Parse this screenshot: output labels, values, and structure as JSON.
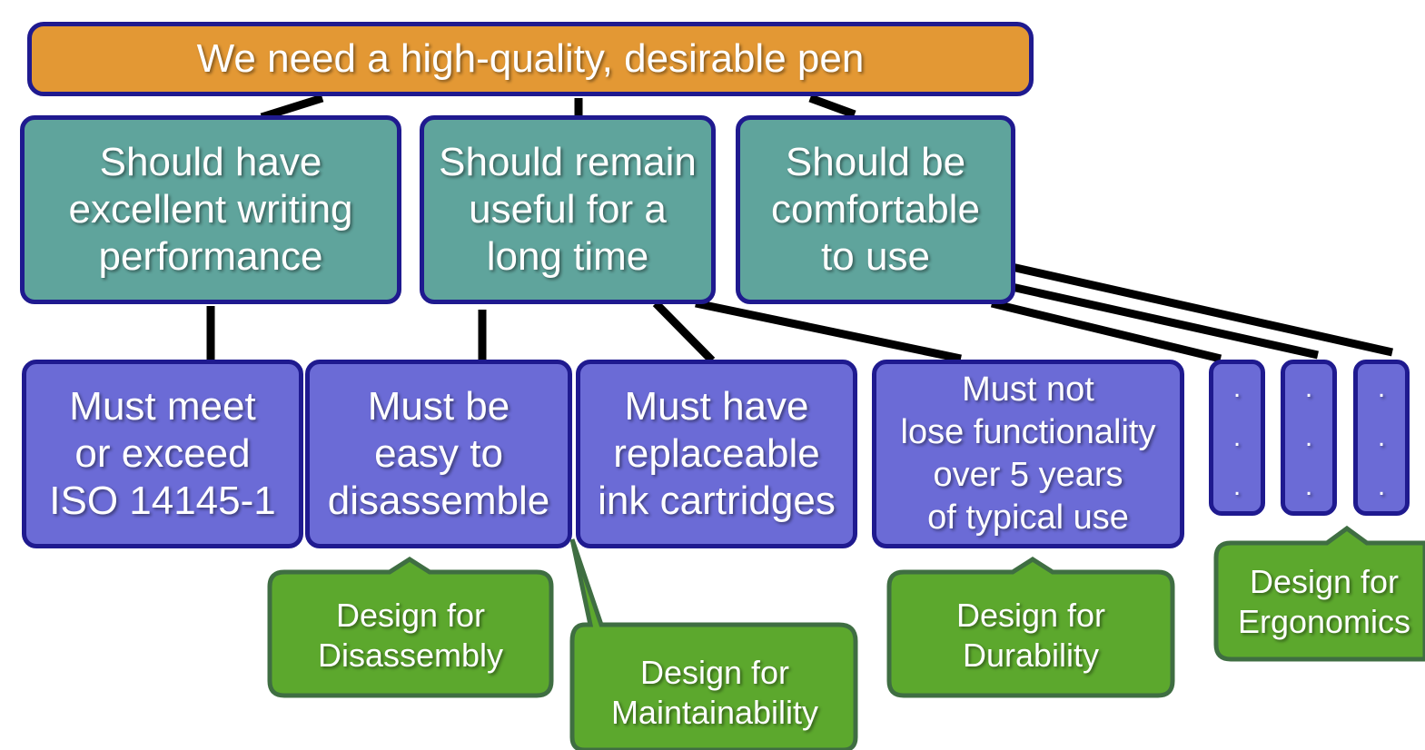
{
  "goal": {
    "text": "We need a high-quality, desirable pen"
  },
  "needs": [
    {
      "text": "Should have\nexcellent writing\nperformance"
    },
    {
      "text": "Should remain\nuseful for a\nlong time"
    },
    {
      "text": "Should be\ncomfortable\nto use"
    }
  ],
  "requirements": [
    {
      "text": "Must meet\nor exceed\nISO 14145-1"
    },
    {
      "text": "Must be\neasy to\ndisassemble"
    },
    {
      "text": "Must have\nreplaceable\nink cartridges"
    },
    {
      "text": "Must not\nlose functionality\nover 5 years\nof typical use"
    }
  ],
  "placeholders": [
    {
      "text": ".\n.\n."
    },
    {
      "text": ".\n.\n."
    },
    {
      "text": ".\n.\n."
    }
  ],
  "callouts": [
    {
      "text": "Design for\nDisassembly"
    },
    {
      "text": "Design for\nMaintainability"
    },
    {
      "text": "Design for\nDurability"
    },
    {
      "text": "Design for\nErgonomics"
    }
  ],
  "colors": {
    "goal": "#e39834",
    "need": "#5fa49c",
    "requirement": "#6b6bd6",
    "callout": "#5ca82d",
    "border": "#1f1a8f"
  }
}
